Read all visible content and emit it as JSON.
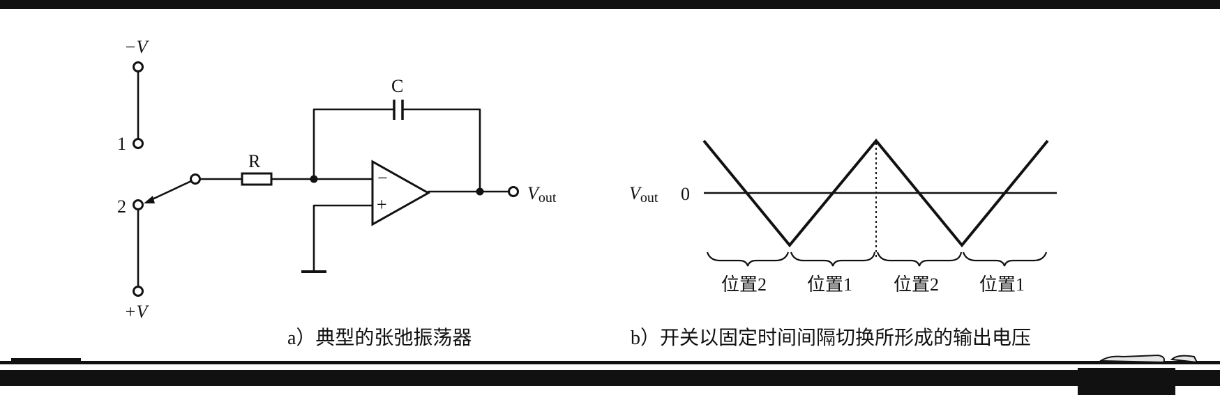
{
  "circuit": {
    "neg_v_label": "−V",
    "pos_v_label": "+V",
    "node1_label": "1",
    "node2_label": "2",
    "resistor_label": "R",
    "capacitor_label": "C",
    "opamp_minus": "−",
    "opamp_plus": "+",
    "vout_main": "V",
    "vout_sub": "out",
    "caption": "a）典型的张弛振荡器"
  },
  "waveform": {
    "vout_main": "V",
    "vout_sub": "out",
    "zero_label": "0",
    "segments": [
      "位置2",
      "位置1",
      "位置2",
      "位置1"
    ],
    "caption": "b）开关以固定时间间隔切换所形成的输出电压"
  }
}
